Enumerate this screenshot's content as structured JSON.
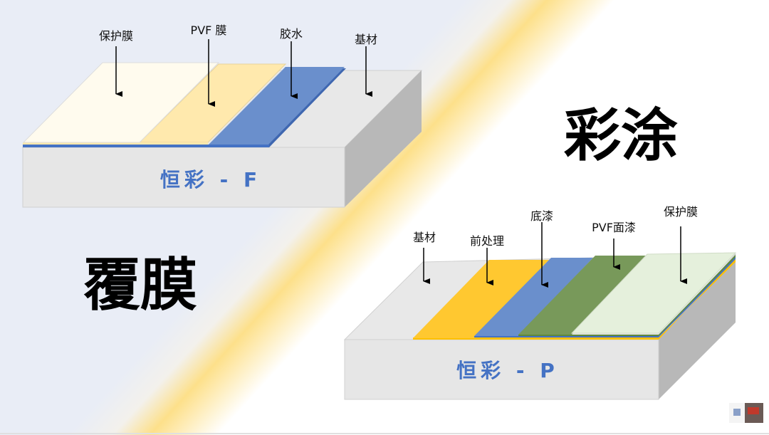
{
  "titles": {
    "coating": "彩涂",
    "laminating": "覆膜"
  },
  "diagram_f": {
    "brand": "恒彩 - F",
    "labels": [
      "保护膜",
      "PVF 膜",
      "胶水",
      "基材"
    ]
  },
  "diagram_p": {
    "brand": "恒彩 - P",
    "labels": [
      "基材",
      "前处理",
      "底漆",
      "PVF面漆",
      "保护膜"
    ]
  },
  "colors": {
    "brand_blue": "#4472c4",
    "protective_film": "#fffbee",
    "pvf_film": "#ffe9ad",
    "glue": "#6a8fcc",
    "pretreatment": "#ffc830",
    "primer": "#6a8fcc",
    "pvf_topcoat": "#78995a",
    "protective_film_p": "#e5f0dc",
    "substrate": "#e6e6e6"
  }
}
